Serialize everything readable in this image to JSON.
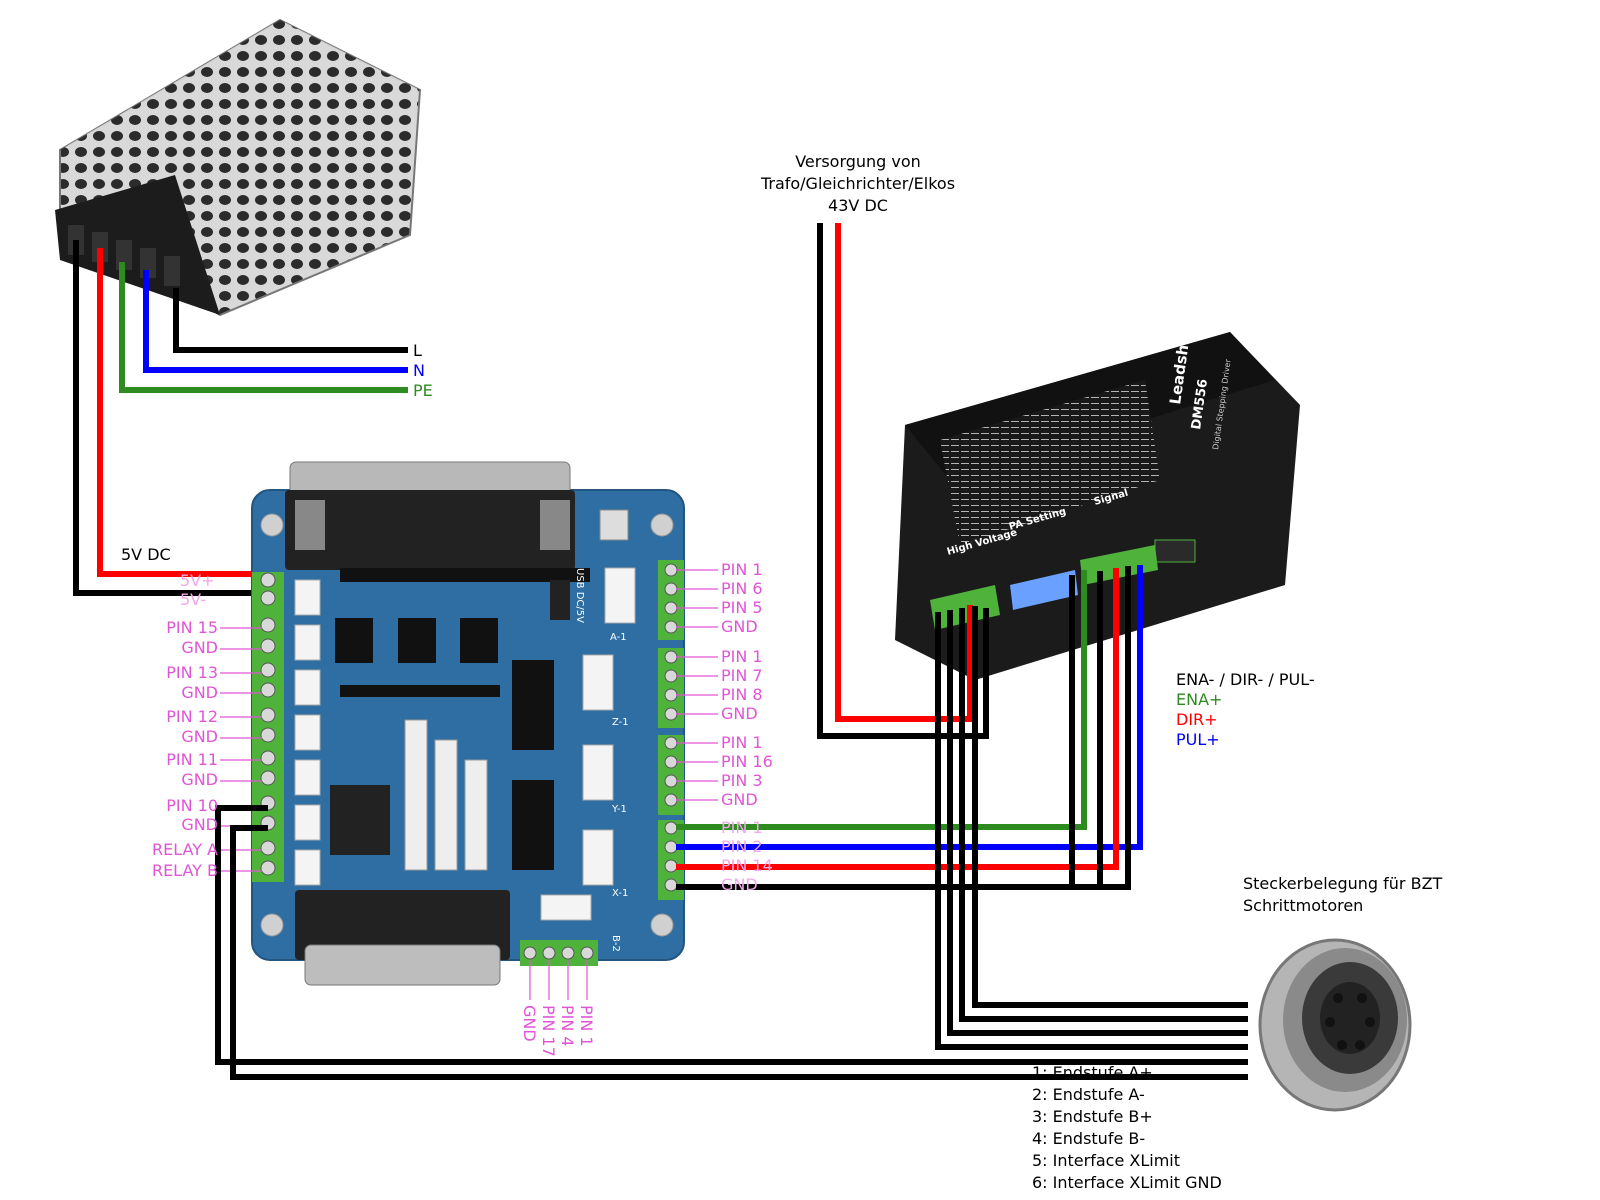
{
  "power_supply": {
    "labels": {
      "l": "L",
      "n": "N",
      "pe": "PE"
    },
    "output_label": "5V DC",
    "board_terminal_labels": [
      "5V+",
      "5V-"
    ]
  },
  "driver": {
    "supply_label_lines": [
      "Versorgung von",
      "Trafo/Gleichrichter/Elkos",
      "43V DC"
    ],
    "brand": "Leadshine",
    "model": "DM556",
    "subtitle": "Digital Stepping Driver",
    "panel_labels": [
      "High Voltage",
      "PA Setting",
      "Signal"
    ],
    "signal_labels": {
      "common": "ENA- / DIR- / PUL-",
      "ena_plus": "ENA+",
      "dir_plus": "DIR+",
      "pul_plus": "PUL+"
    }
  },
  "breakout_board": {
    "left_labels": [
      "PIN 15",
      "GND",
      "PIN 13",
      "GND",
      "PIN 12",
      "GND",
      "PIN 11",
      "GND",
      "PIN 10",
      "GND",
      "RELAY A",
      "RELAY B"
    ],
    "right_labels_a": [
      "PIN 1",
      "PIN 6",
      "PIN 5",
      "GND"
    ],
    "right_labels_z": [
      "PIN 1",
      "PIN 7",
      "PIN 8",
      "GND"
    ],
    "right_labels_y": [
      "PIN 1",
      "PIN 16",
      "PIN 3",
      "GND"
    ],
    "right_labels_x": [
      "PIN 1",
      "PIN 2",
      "PIN 14",
      "GND"
    ],
    "bottom_labels": [
      "GND",
      "PIN 17",
      "PIN 4",
      "PIN 1"
    ],
    "connector_codes": [
      "A-1",
      "Z-1",
      "Y-1",
      "X-1",
      "B-2"
    ],
    "usb_label": "USB DC/5V"
  },
  "connector": {
    "title_lines": [
      "Steckerbelegung für BZT",
      "Schrittmotoren"
    ],
    "pins": [
      "1: Endstufe A+",
      "2: Endstufe A-",
      "3: Endstufe B+",
      "4: Endstufe B-",
      "5: Interface XLimit",
      "6: Interface XLimit GND"
    ]
  },
  "colors": {
    "black": "#000000",
    "red": "#ff0000",
    "blue": "#0000ff",
    "green": "#2e8b1f",
    "pink": "#e055d6",
    "board": "#2f6ea3"
  }
}
